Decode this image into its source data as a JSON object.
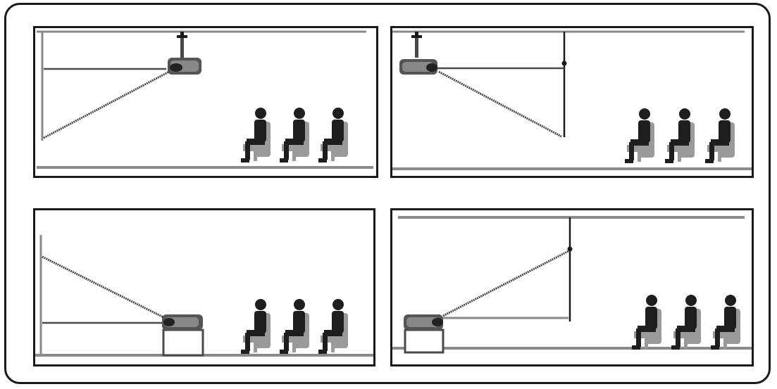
{
  "panels": [
    {
      "mount": "ceiling",
      "projector_side": "center",
      "screen_side": "wall"
    },
    {
      "mount": "ceiling",
      "projector_side": "wall",
      "screen_side": "center"
    },
    {
      "mount": "table",
      "projector_side": "center",
      "screen_side": "wall"
    },
    {
      "mount": "table",
      "projector_side": "wall",
      "screen_side": "center"
    }
  ],
  "colors": {
    "line": "#1a1a1a",
    "gray": "#8a8a8a",
    "beam": "#4a4a4a",
    "person": "#1e1e1e",
    "chair": "#9a9a9a"
  }
}
